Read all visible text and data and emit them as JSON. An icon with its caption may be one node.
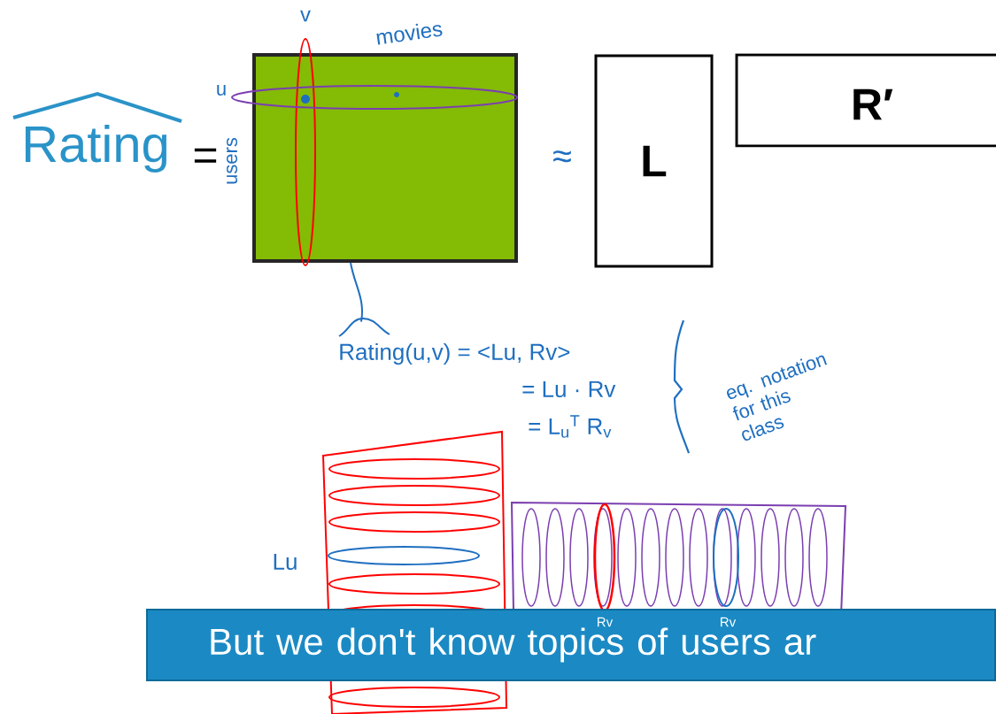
{
  "diagram": {
    "nodes": [
      {
        "text": [],
        "shape": "box"
      },
      {
        "text": [
          "L"
        ]
      },
      {
        "text": [
          "R′"
        ]
      },
      {
        "text": [
          "Rating(u,v) = <Lu, Rv>"
        ]
      },
      {
        "text": [
          "But we don't know topics of users ar"
        ]
      }
    ],
    "edges": [
      {
        "from": 0,
        "to": 3,
        "arrow": "none"
      }
    ],
    "labels": [
      "Rating",
      "=",
      "v",
      "movies",
      "u",
      "users",
      "≈",
      "= Lu · Rv",
      "= L$_{u}$$^{T}$ R$_{v}$",
      "eq. notation for this class",
      "Lu",
      "Rv",
      "Rv"
    ]
  }
}
